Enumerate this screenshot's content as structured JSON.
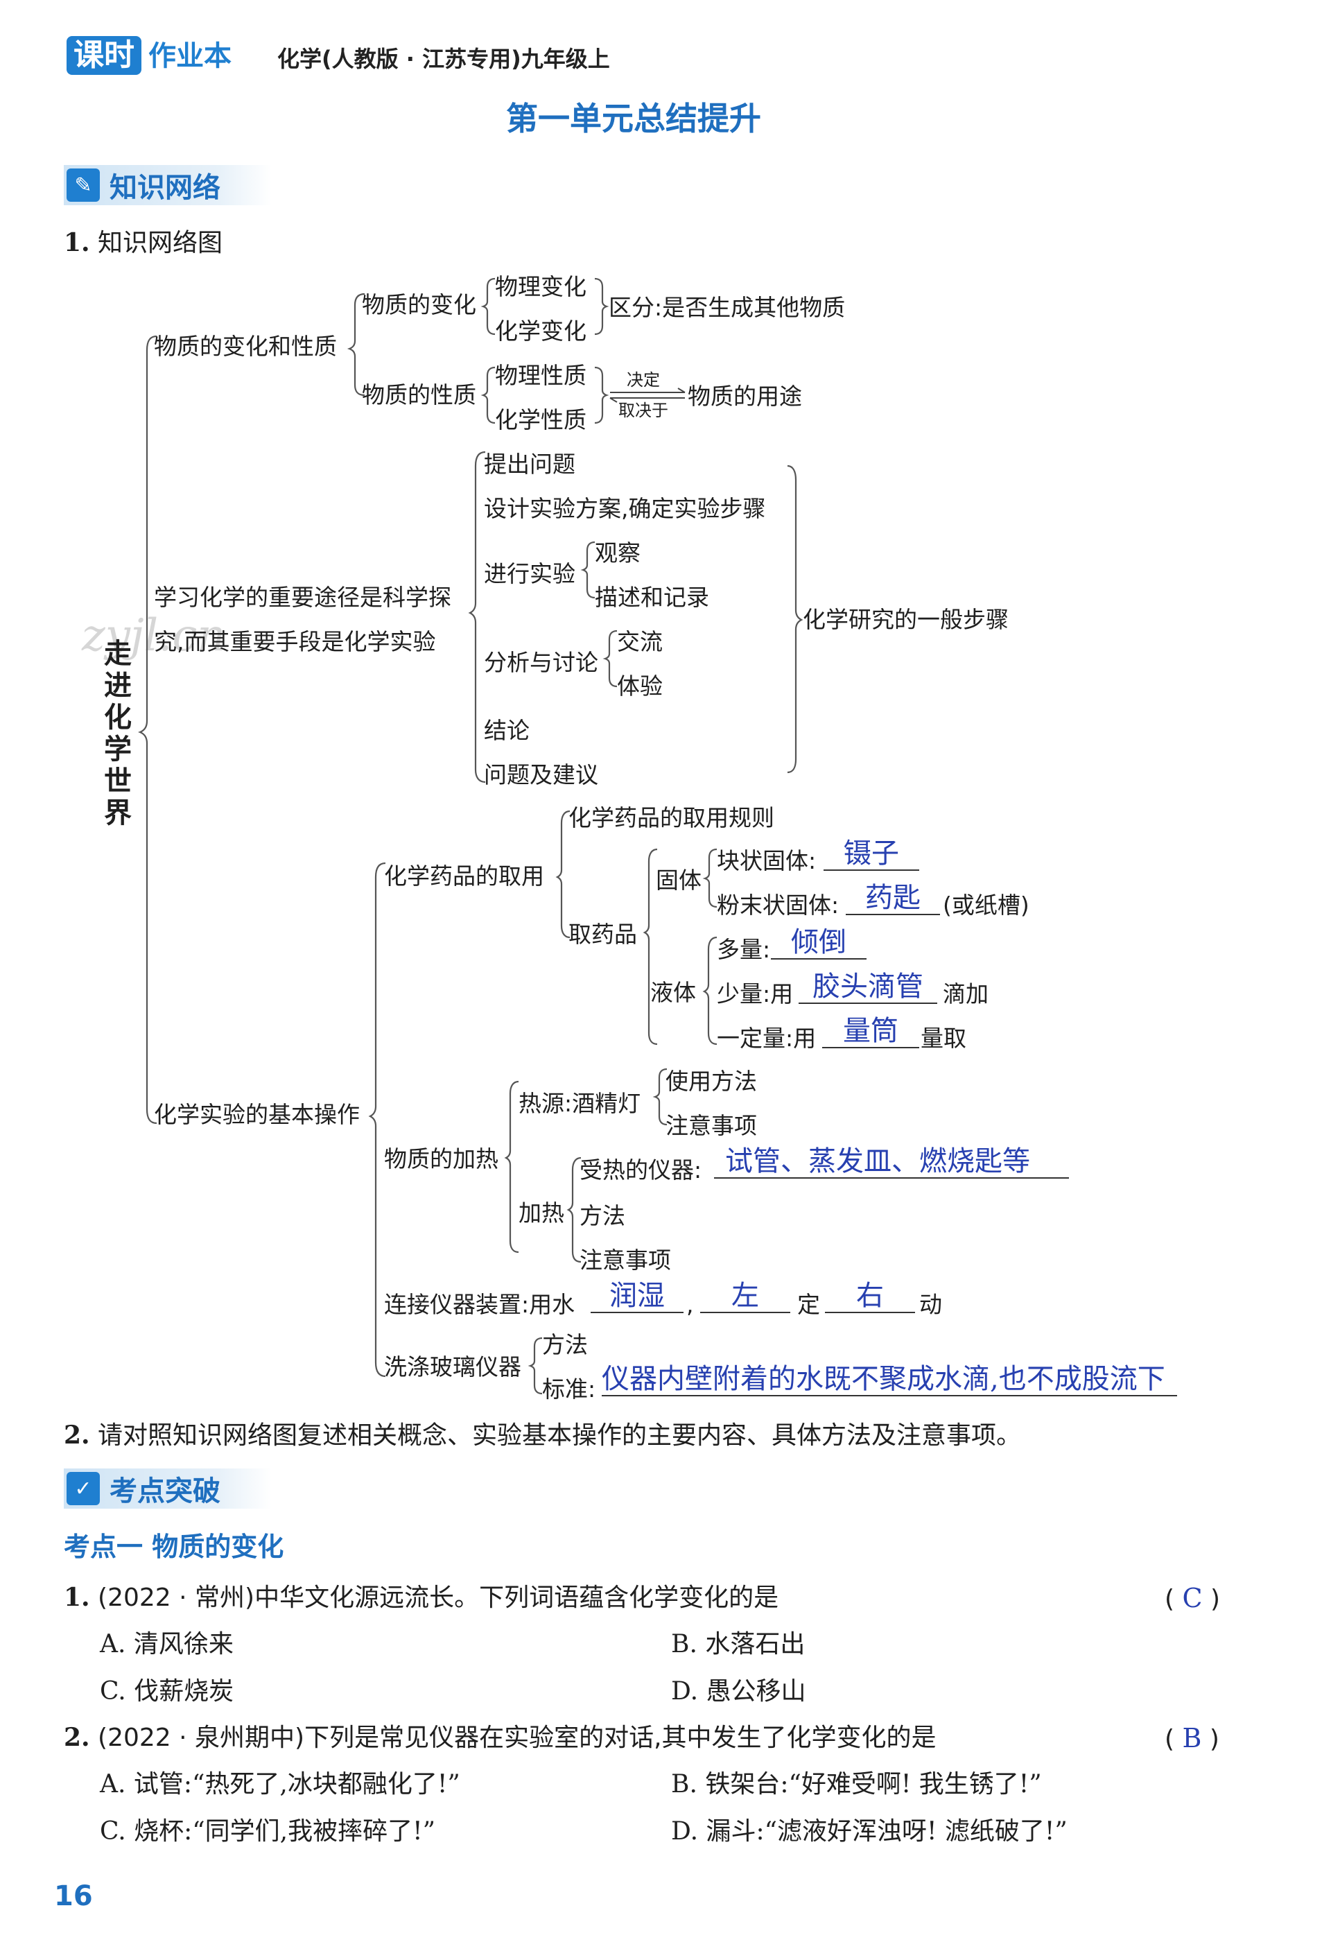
{
  "header": {
    "logo_box": "课时",
    "logo_text": "作业本",
    "subtitle": "化学(人教版 · 江苏专用)九年级上"
  },
  "title": "第一单元总结提升",
  "section1": {
    "icon": "pencil-icon",
    "label": "知识网络"
  },
  "item1": {
    "num": "1.",
    "text": "知识网络图"
  },
  "watermark": "zyjl.cn",
  "network": {
    "root": "走进化学世界",
    "b1": {
      "label": "物质的变化和性质",
      "change": {
        "label": "物质的变化",
        "physical": "物理变化",
        "chemical": "化学变化",
        "distinction": "区分:是否生成其他物质"
      },
      "property": {
        "label": "物质的性质",
        "physical": "物理性质",
        "chemical": "化学性质",
        "decide": "决定",
        "depend": "取决于",
        "use": "物质的用途"
      }
    },
    "b2": {
      "label_line1": "学习化学的重要途径是科学探",
      "label_line2": "究,而其重要手段是化学实验",
      "steps": {
        "s1": "提出问题",
        "s2": "设计实验方案,确定实验步骤",
        "s3": "进行实验",
        "s3a": "观察",
        "s3b": "描述和记录",
        "s4": "分析与讨论",
        "s4a": "交流",
        "s4b": "体验",
        "s5": "结论",
        "s6": "问题及建议",
        "summary": "化学研究的一般步骤"
      }
    },
    "b3": {
      "label": "化学实验的基本操作",
      "taking": {
        "label": "化学药品的取用",
        "rule": "化学药品的取用规则",
        "take": "取药品",
        "solid": "固体",
        "block": "块状固体:",
        "block_ans": "镊子",
        "powder": "粉末状固体:",
        "powder_ans": "药匙",
        "powder_note": "(或纸槽)",
        "liquid": "液体",
        "large": "多量:",
        "large_ans": "倾倒",
        "small": "少量:用",
        "small_ans": "胶头滴管",
        "small_suffix": "滴加",
        "fixed": "一定量:用",
        "fixed_ans": "量筒",
        "fixed_suffix": "量取"
      },
      "heating": {
        "label": "物质的加热",
        "source": "热源:酒精灯",
        "usage": "使用方法",
        "caution": "注意事项",
        "heat": "加热",
        "instrument": "受热的仪器:",
        "instrument_ans": "试管、蒸发皿、燃烧匙等",
        "method": "方法",
        "caution2": "注意事项"
      },
      "connect": {
        "prefix": "连接仪器装置:用水",
        "ans1": "润湿",
        "comma": ",",
        "ans2": "左",
        "mid": "定",
        "ans3": "右",
        "suffix": "动"
      },
      "wash": {
        "label": "洗涤玻璃仪器",
        "method": "方法",
        "standard": "标准:",
        "standard_ans": "仪器内壁附着的水既不聚成水滴,也不成股流下"
      }
    }
  },
  "item2": {
    "num": "2.",
    "text": "请对照知识网络图复述相关概念、实验基本操作的主要内容、具体方法及注意事项。"
  },
  "section2": {
    "icon": "checklist-icon",
    "label": "考点突破"
  },
  "kaodian": "考点一   物质的变化",
  "q1": {
    "num": "1.",
    "stem": "(2022 · 常州)中华文化源远流长。下列词语蕴含化学变化的是",
    "answer": "C",
    "options": [
      "A. 清风徐来",
      "B. 水落石出",
      "C. 伐薪烧炭",
      "D. 愚公移山"
    ]
  },
  "q2": {
    "num": "2.",
    "stem": "(2022 · 泉州期中)下列是常见仪器在实验室的对话,其中发生了化学变化的是",
    "answer": "B",
    "options": [
      "A. 试管:“热死了,冰块都融化了!”",
      "B. 铁架台:“好难受啊! 我生锈了!”",
      "C. 烧杯:“同学们,我被摔碎了!”",
      "D. 漏斗:“滤液好浑浊呀! 滤纸破了!”"
    ]
  },
  "page_number": "16"
}
